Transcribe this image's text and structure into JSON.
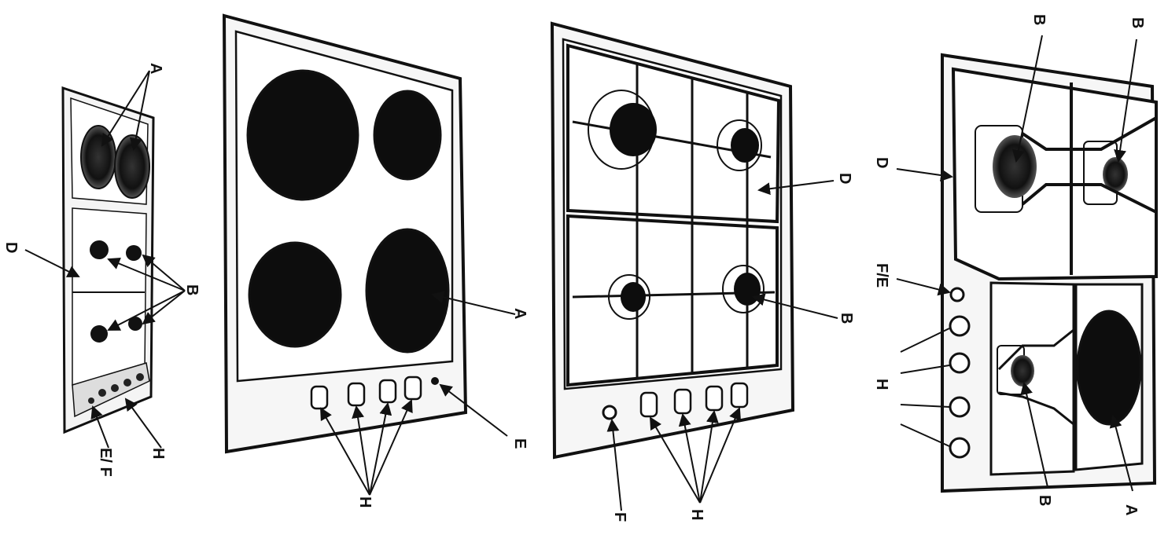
{
  "figures": {
    "hob_mixed_small": {
      "labels": {
        "a": "A",
        "b": "B",
        "d": "D",
        "h": "H",
        "ef": "E/ F"
      }
    },
    "hob_electric": {
      "labels": {
        "a": "A",
        "e": "E",
        "h": "H"
      }
    },
    "hob_gas": {
      "labels": {
        "b": "B",
        "d": "D",
        "f": "F",
        "h": "H"
      }
    },
    "hob_mixed_large": {
      "labels": {
        "a": "A",
        "b_top_left": "B",
        "b_top_right": "B",
        "b_bottom": "B",
        "d": "D",
        "fe": "F/E",
        "h": "H"
      }
    }
  },
  "colors": {
    "ink": "#111111",
    "paper": "#ffffff",
    "burner": "#0d0d0d",
    "grey": "#cfcfcf"
  }
}
